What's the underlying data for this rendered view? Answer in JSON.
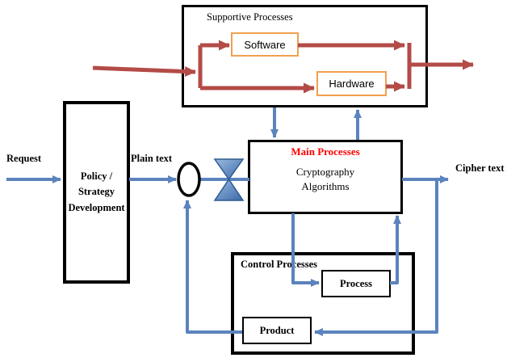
{
  "labels": {
    "request": "Request",
    "plain_text": "Plain text",
    "cipher_text": "Cipher text"
  },
  "supportive": {
    "title": "Supportive Processes",
    "software_label": "Software",
    "hardware_label": "Hardware"
  },
  "policy": {
    "lines": [
      "Policy /",
      "Strategy",
      "Development"
    ]
  },
  "main": {
    "title": "Main Processes",
    "body_lines": [
      "Cryptography",
      "Algorithms"
    ]
  },
  "control": {
    "title": "Control Processes",
    "process_label": "Process",
    "product_label": "Product"
  },
  "colors": {
    "blue_arrow": "#5B83BD",
    "red_arrow": "#B34B47",
    "orange_border": "#F2A04E",
    "main_title_red": "#FF0000",
    "box_border": "#000000"
  }
}
